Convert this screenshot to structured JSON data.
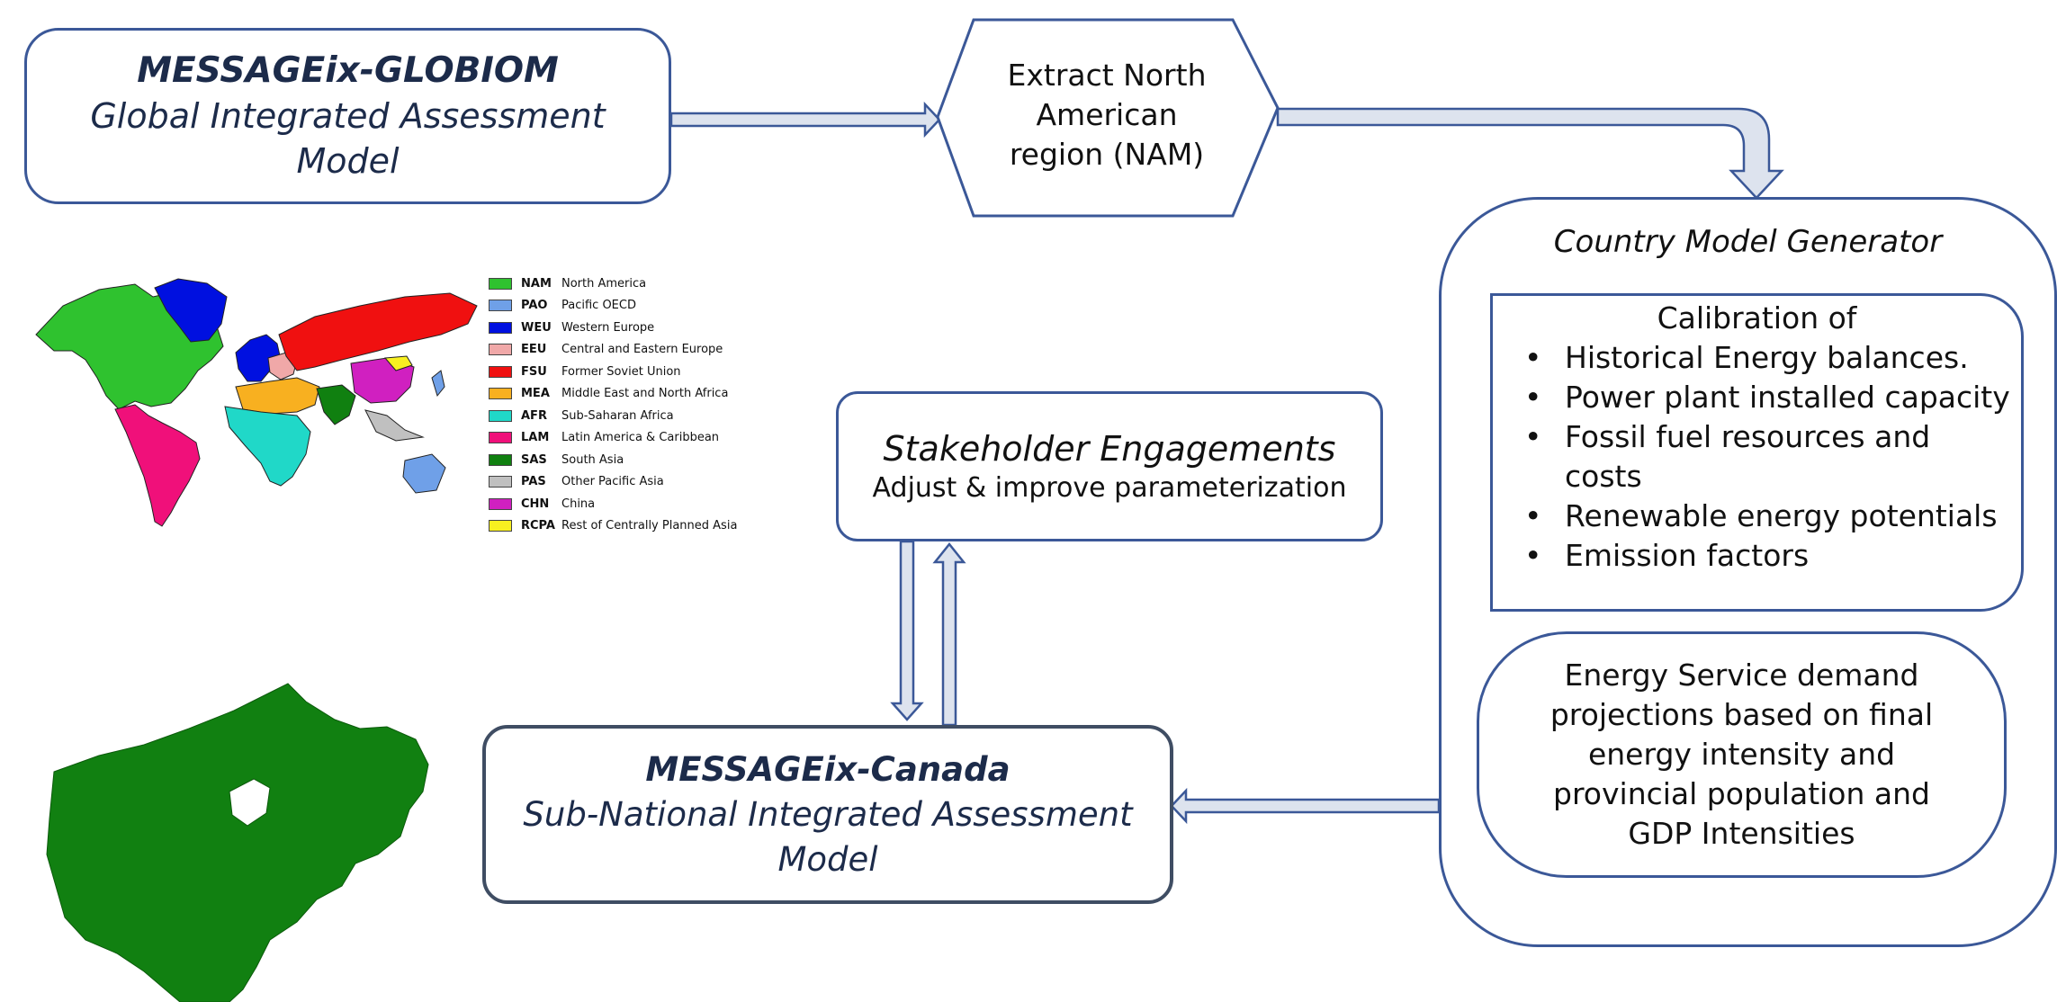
{
  "global_model": {
    "line1": "MESSAGEix-GLOBIOM",
    "line2": "Global Integrated Assessment",
    "line3": "Model"
  },
  "extract": {
    "line1": "Extract North",
    "line2": "American",
    "line3": "region (NAM)"
  },
  "country_model_generator": {
    "title": "Country Model Generator",
    "calibration_title": "Calibration of",
    "calibration_items": [
      "Historical Energy balances.",
      "Power plant installed capacity",
      "Fossil fuel resources and costs",
      "Renewable energy potentials",
      "Emission factors"
    ],
    "demand": {
      "line1": "Energy Service demand",
      "line2": "projections based on final",
      "line3": "energy intensity and",
      "line4": "provincial population and",
      "line5": "GDP Intensities"
    }
  },
  "stakeholder": {
    "title": "Stakeholder Engagements",
    "subtitle": "Adjust & improve parameterization"
  },
  "canada_model": {
    "line1": "MESSAGEix-Canada",
    "line2": "Sub-National Integrated Assessment",
    "line3": "Model"
  },
  "legend": [
    {
      "code": "NAM",
      "name": "North America",
      "color": "#2fc22f"
    },
    {
      "code": "PAO",
      "name": "Pacific OECD",
      "color": "#6fa0e8"
    },
    {
      "code": "WEU",
      "name": "Western Europe",
      "color": "#0010e0"
    },
    {
      "code": "EEU",
      "name": "Central and Eastern Europe",
      "color": "#f0a8a8"
    },
    {
      "code": "FSU",
      "name": "Former Soviet Union",
      "color": "#f01010"
    },
    {
      "code": "MEA",
      "name": "Middle East and North Africa",
      "color": "#f8b020"
    },
    {
      "code": "AFR",
      "name": "Sub-Saharan Africa",
      "color": "#20d8c8"
    },
    {
      "code": "LAM",
      "name": "Latin America & Caribbean",
      "color": "#f0107a"
    },
    {
      "code": "SAS",
      "name": "South Asia",
      "color": "#108010"
    },
    {
      "code": "PAS",
      "name": "Other Pacific Asia",
      "color": "#c0c0c0"
    },
    {
      "code": "CHN",
      "name": "China",
      "color": "#d020c0"
    },
    {
      "code": "RCPA",
      "name": "Rest of Centrally Planned Asia",
      "color": "#f8f020"
    }
  ],
  "colors": {
    "box_border": "#3b5898",
    "arrow_fill": "#dde3ee",
    "canada_map": "#118011"
  }
}
